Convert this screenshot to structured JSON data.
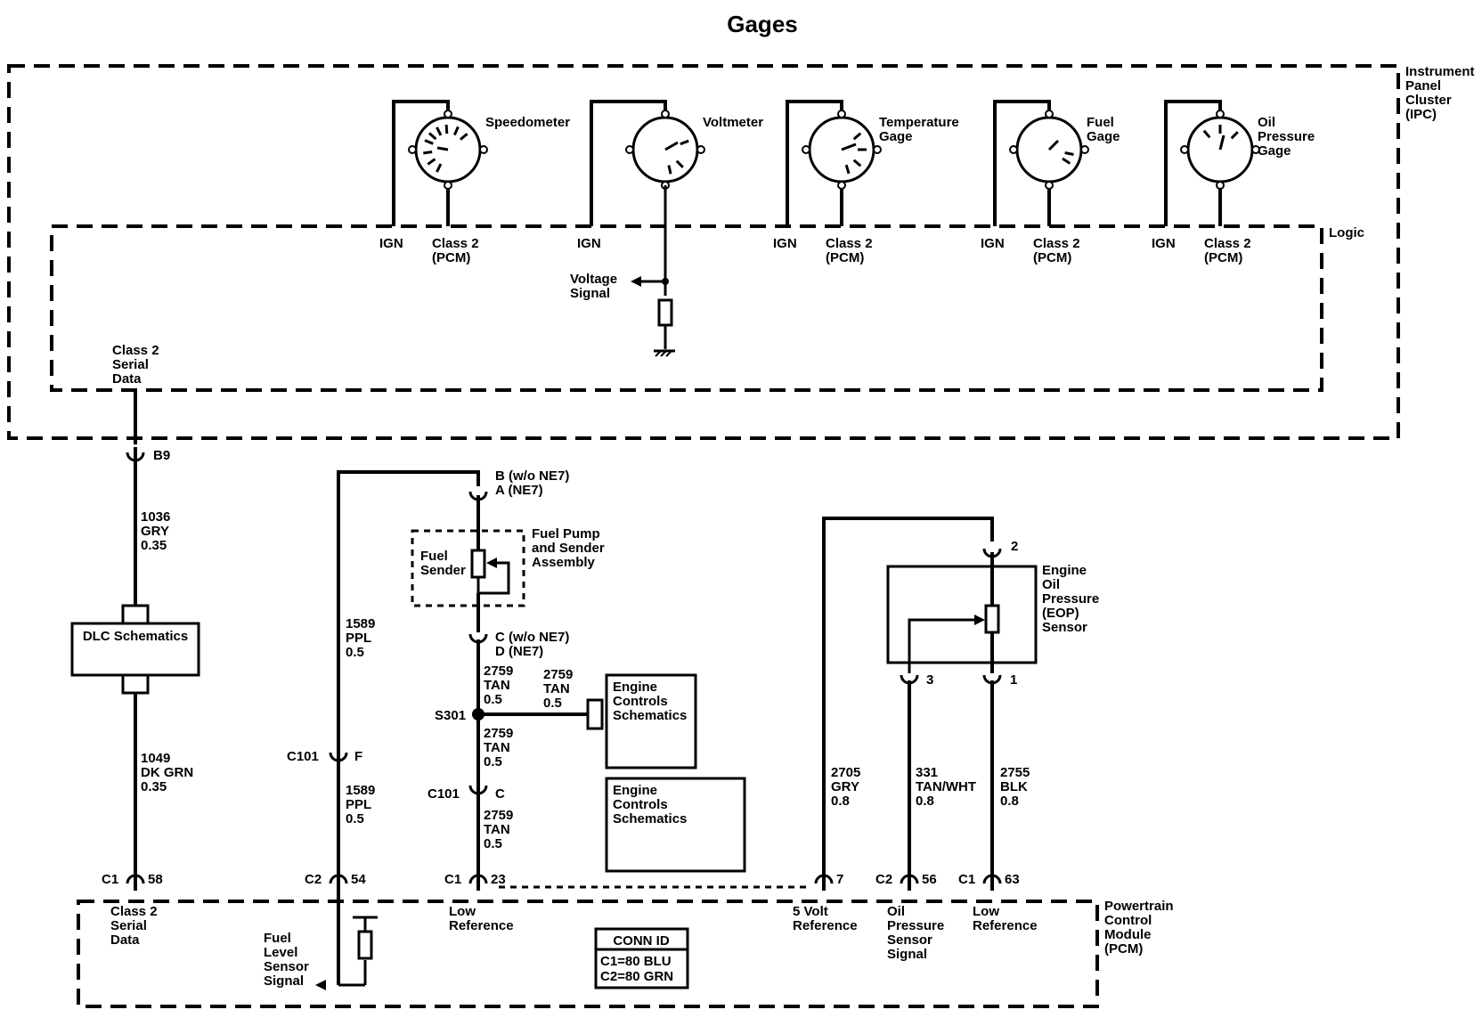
{
  "title": "Gages",
  "ipc": {
    "label": [
      "Instrument",
      "Panel",
      "Cluster",
      "(IPC)"
    ],
    "logic_label": "Logic"
  },
  "gauges": [
    {
      "name": [
        "Speedometer"
      ],
      "ign": "IGN",
      "class2": [
        "Class 2",
        "(PCM)"
      ]
    },
    {
      "name": [
        "Voltmeter"
      ],
      "ign": "IGN",
      "class2": []
    },
    {
      "name": [
        "Temperature",
        "Gage"
      ],
      "ign": "IGN",
      "class2": [
        "Class 2",
        "(PCM)"
      ]
    },
    {
      "name": [
        "Fuel",
        "Gage"
      ],
      "ign": "IGN",
      "class2": [
        "Class 2",
        "(PCM)"
      ]
    },
    {
      "name": [
        "Oil",
        "Pressure",
        "Gage"
      ],
      "ign": "IGN",
      "class2": [
        "Class 2",
        "(PCM)"
      ]
    }
  ],
  "voltage_signal": [
    "Voltage",
    "Signal"
  ],
  "class2_serial_data": [
    "Class 2",
    "Serial",
    "Data"
  ],
  "b9": "B9",
  "wire_1036": [
    "1036",
    "GRY",
    "0.35"
  ],
  "dlc": "DLC Schematics",
  "wire_1049": [
    "1049",
    "DK GRN",
    "0.35"
  ],
  "wire_1589_top": [
    "1589",
    "PPL",
    "0.5"
  ],
  "wire_1589_bot": [
    "1589",
    "PPL",
    "0.5"
  ],
  "c101_f": {
    "c": "C101",
    "pin": "F"
  },
  "fuel_conn_top": [
    "B (w/o NE7)",
    "A (NE7)"
  ],
  "fuel_pump_assy": [
    "Fuel Pump",
    "and Sender",
    "Assembly"
  ],
  "fuel_sender": [
    "Fuel",
    "Sender"
  ],
  "fuel_conn_bot": [
    "C (w/o NE7)",
    "D (NE7)"
  ],
  "wire_2759_a": [
    "2759",
    "TAN",
    "0.5"
  ],
  "wire_2759_b": [
    "2759",
    "TAN",
    "0.5"
  ],
  "wire_2759_c": [
    "2759",
    "TAN",
    "0.5"
  ],
  "wire_2759_d": [
    "2759",
    "TAN",
    "0.5"
  ],
  "s301": "S301",
  "c101_c": {
    "c": "C101",
    "pin": "C"
  },
  "ecs1": [
    "Engine",
    "Controls",
    "Schematics"
  ],
  "ecs2": [
    "Engine",
    "Controls",
    "Schematics"
  ],
  "eop_conn2": "2",
  "eop_sensor": [
    "Engine",
    "Oil",
    "Pressure",
    "(EOP)",
    "Sensor"
  ],
  "eop_conn3": "3",
  "eop_conn1": "1",
  "wire_2705": [
    "2705",
    "GRY",
    "0.8"
  ],
  "wire_331": [
    "331",
    "TAN/WHT",
    "0.8"
  ],
  "wire_2755": [
    "2755",
    "BLK",
    "0.8"
  ],
  "pcm_pins": [
    {
      "c": "C1",
      "pin": "58"
    },
    {
      "c": "C2",
      "pin": "54"
    },
    {
      "c": "C1",
      "pin": "23"
    },
    {
      "c": "",
      "pin": "7"
    },
    {
      "c": "C2",
      "pin": "56"
    },
    {
      "c": "C1",
      "pin": "63"
    }
  ],
  "pcm_labels": {
    "class2": [
      "Class 2",
      "Serial",
      "Data"
    ],
    "fuel_level": [
      "Fuel",
      "Level",
      "Sensor",
      "Signal"
    ],
    "low_ref1": [
      "Low",
      "Reference"
    ],
    "five_volt": [
      "5 Volt",
      "Reference"
    ],
    "oil_signal": [
      "Oil",
      "Pressure",
      "Sensor",
      "Signal"
    ],
    "low_ref2": [
      "Low",
      "Reference"
    ]
  },
  "pcm_label": [
    "Powertrain",
    "Control",
    "Module",
    "(PCM)"
  ],
  "conn_id": {
    "title": "CONN ID",
    "lines": [
      "C1=80 BLU",
      "C2=80 GRN"
    ]
  }
}
